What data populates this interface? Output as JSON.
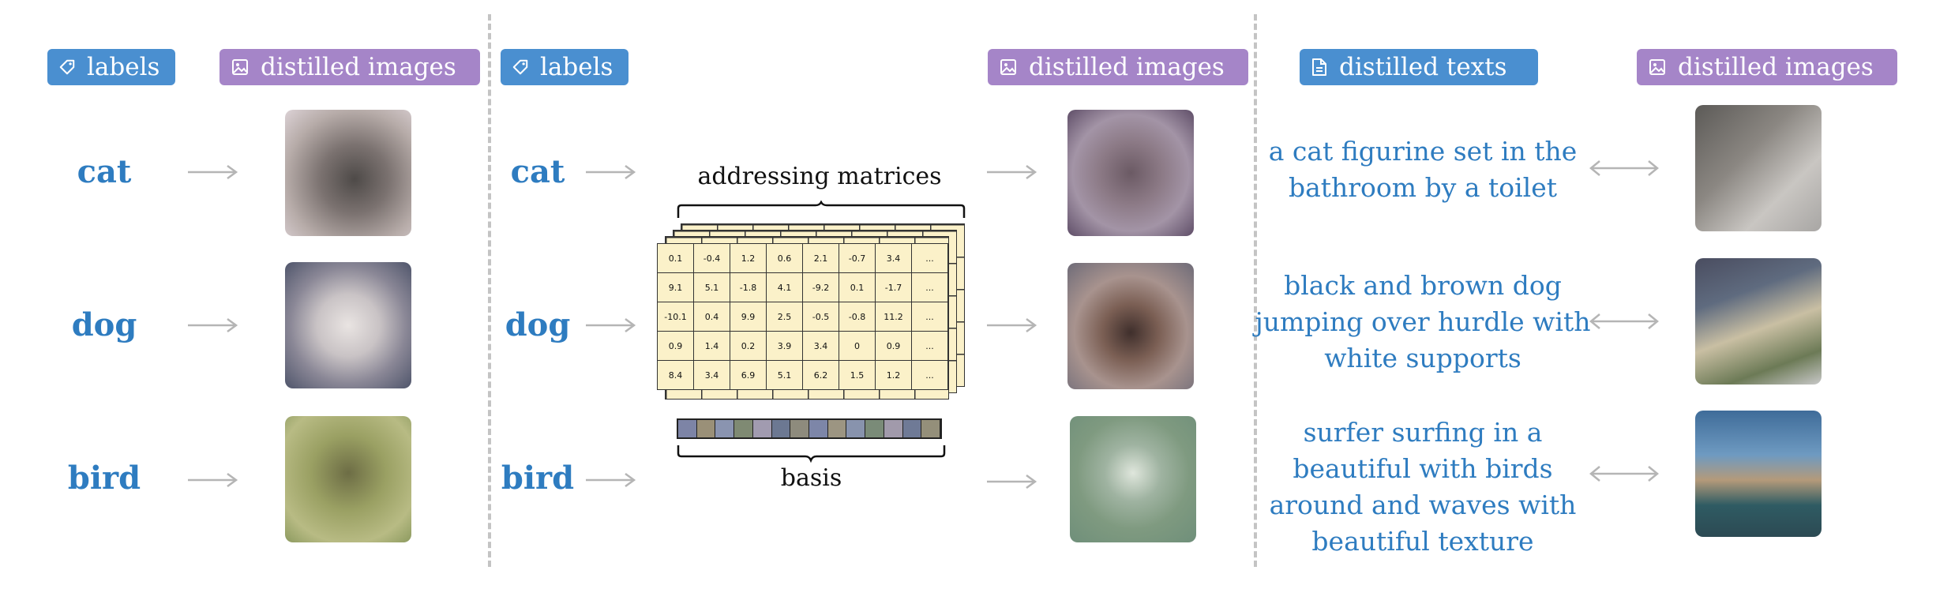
{
  "panels": {
    "left": {
      "labels_badge": "labels",
      "images_badge": "distilled images",
      "rows": [
        "cat",
        "dog",
        "bird"
      ]
    },
    "middle": {
      "labels_badge": "labels",
      "images_badge": "distilled images",
      "rows": [
        "cat",
        "dog",
        "bird"
      ],
      "matrix_title": "addressing matrices",
      "basis_title": "basis",
      "matrix": [
        [
          "0.1",
          "-0.4",
          "1.2",
          "0.6",
          "2.1",
          "-0.7",
          "3.4",
          "..."
        ],
        [
          "9.1",
          "5.1",
          "-1.8",
          "4.1",
          "-9.2",
          "0.1",
          "-1.7",
          "..."
        ],
        [
          "-10.1",
          "0.4",
          "9.9",
          "2.5",
          "-0.5",
          "-0.8",
          "11.2",
          "..."
        ],
        [
          "0.9",
          "1.4",
          "0.2",
          "3.9",
          "3.4",
          "0",
          "0.9",
          "..."
        ],
        [
          "8.4",
          "3.4",
          "6.9",
          "5.1",
          "6.2",
          "1.5",
          "1.2",
          "..."
        ]
      ]
    },
    "right": {
      "texts_badge": "distilled texts",
      "images_badge": "distilled images",
      "captions": [
        "a cat figurine set in the bathroom by a toilet",
        "black and brown dog jumping over hurdle with white supports",
        "surfer surfing in a beautiful with birds around and waves with beautiful texture"
      ]
    }
  },
  "colors": {
    "blue_badge": "#4a8fd0",
    "purple_badge": "#a585c8",
    "label_text": "#2e7cc0",
    "matrix_fill": "#fbf1c9",
    "divider": "#c4c4c4"
  }
}
